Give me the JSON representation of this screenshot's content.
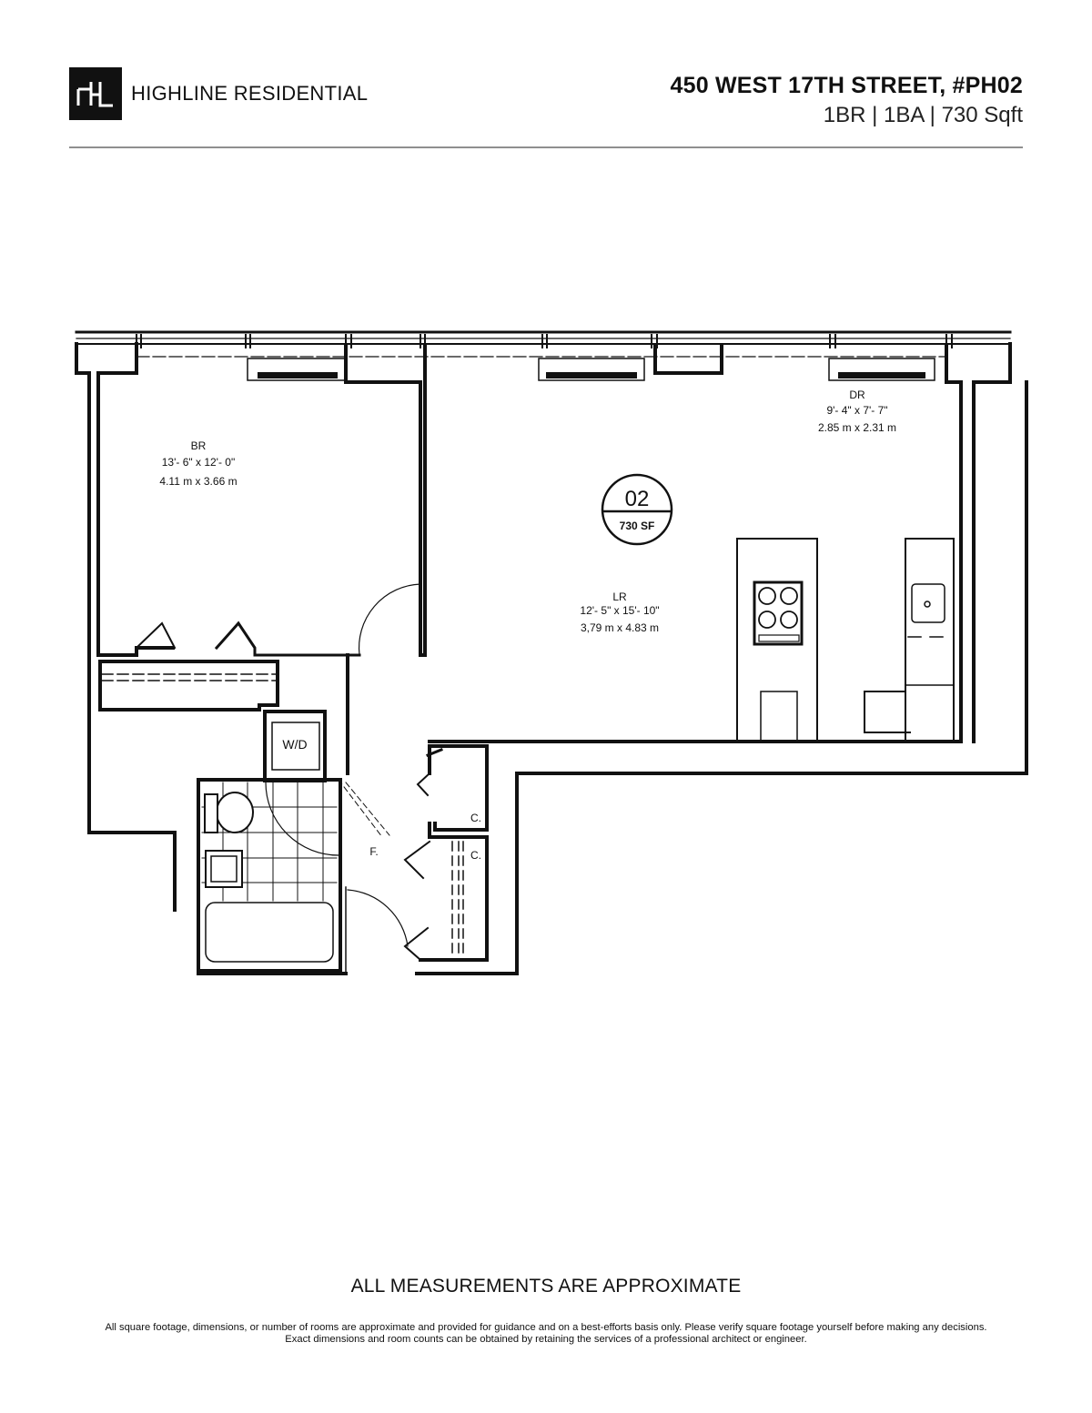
{
  "header": {
    "brand": {
      "logo_mark": "HL",
      "name": "HIGHLINE RESIDENTIAL"
    },
    "listing": {
      "address": "450 WEST 17TH STREET, #PH02",
      "summary": "1BR | 1BA | 730 Sqft"
    }
  },
  "floorplan": {
    "unit_badge": {
      "unit": "02",
      "area": "730  SF"
    },
    "rooms": [
      {
        "code": "BR",
        "imperial": "13'- 6\" x 12'- 0\"",
        "metric": "4.11 m  x 3.66 m"
      },
      {
        "code": "LR",
        "imperial": "12'- 5\" x 15'- 10\"",
        "metric": "3,79 m x 4.83 m"
      },
      {
        "code": "DR",
        "imperial": "9'- 4\" x  7'- 7\"",
        "metric": "2.85 m x 2.31 m"
      }
    ],
    "fixtures": {
      "washer_dryer": "W/D",
      "closet_1": "C.",
      "closet_2": "C.",
      "foyer": "F."
    }
  },
  "footer": {
    "notice": "ALL MEASUREMENTS ARE APPROXIMATE",
    "disclaimer": "All square footage, dimensions, or number of rooms are approximate and provided for guidance and on a best-efforts basis only. Please verify square footage yourself before making any decisions. Exact dimensions and room counts can be obtained by retaining the services of a professional architect or engineer."
  }
}
